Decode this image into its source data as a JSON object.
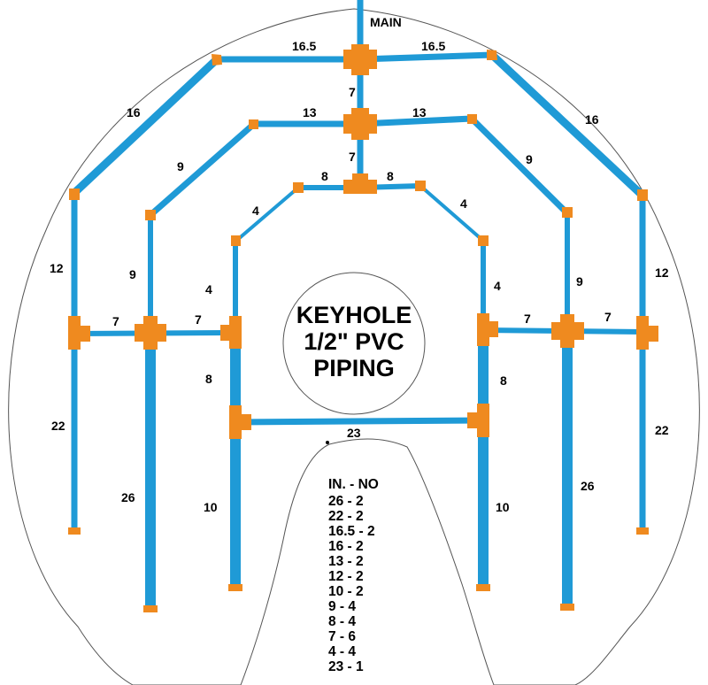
{
  "title_lines": [
    "KEYHOLE",
    "1/2\" PVC",
    "PIPING"
  ],
  "main_label": "MAIN",
  "labels": {
    "top_left": "16.5",
    "top_right": "16.5",
    "riser_upper": "7",
    "riser_lower": "7",
    "mid_left": "13",
    "mid_right": "13",
    "inner_left": "8",
    "inner_right": "8",
    "diag_outer_left": "16",
    "diag_outer_right": "16",
    "diag_mid_left": "9",
    "diag_mid_right": "9",
    "diag_inner_left": "4",
    "diag_inner_right": "4",
    "col_outer_left": "12",
    "col_outer_right": "12",
    "col_mid_left": "9",
    "col_mid_right": "9",
    "col_inner_left": "4",
    "col_inner_right": "4",
    "tee_left_outer": "7",
    "tee_left_inner": "7",
    "tee_right_inner": "7",
    "tee_right_outer": "7",
    "leg_inner_upper_left": "8",
    "leg_inner_upper_right": "8",
    "cross_bottom": "23",
    "leg_outer_left": "22",
    "leg_outer_right": "22",
    "leg_mid_left": "26",
    "leg_mid_right": "26",
    "leg_inner_left": "10",
    "leg_inner_right": "10"
  },
  "legend": {
    "header": "IN. - NO",
    "rows": [
      "26 - 2",
      "22 - 2",
      "16.5 - 2",
      "16 - 2",
      "13 - 2",
      "12 - 2",
      "10 - 2",
      "9 - 4",
      "8 - 4",
      "7 - 6",
      "4 - 4",
      "23 - 1"
    ]
  },
  "colors": {
    "pipe": "#1f9ad6",
    "fitting": "#ef8a1f",
    "outline": "#555555"
  }
}
